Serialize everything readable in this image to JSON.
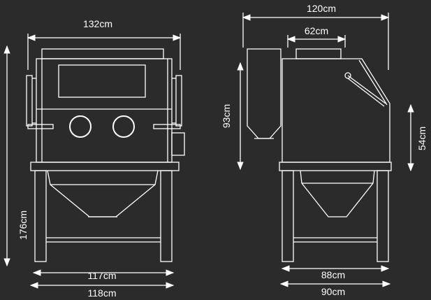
{
  "dimensions": {
    "front_top_width": "132cm",
    "front_top_height": "176cm",
    "front_base_inner": "117cm",
    "front_base_outer": "118cm",
    "side_total_width": "120cm",
    "side_top_width": "62cm",
    "side_hopper_height": "93cm",
    "side_window_height": "54cm",
    "side_base_inner": "88cm",
    "side_base_outer": "90cm"
  },
  "colors": {
    "background": "#2b2b2b",
    "line": "#ffffff"
  }
}
